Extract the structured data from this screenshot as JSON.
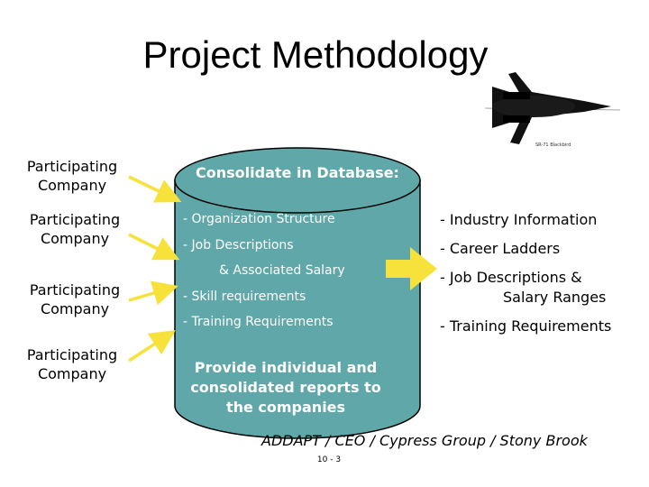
{
  "title": "Project Methodology",
  "image_caption": "SR-71 Blackbird",
  "participants": [
    "Participating Company",
    "Participating Company",
    "Participating Company",
    "Participating Company"
  ],
  "database": {
    "heading": "Consolidate in Database:",
    "items": [
      "- Organization Structure",
      "- Job Descriptions",
      "& Associated Salary",
      "- Skill requirements",
      "- Training Requirements"
    ],
    "footer": "Provide individual and consolidated reports to the companies"
  },
  "outputs": [
    "- Industry Information",
    "- Career Ladders",
    "- Job Descriptions &",
    "Salary Ranges",
    "- Training Requirements"
  ],
  "credit": "ADDAPT / CEO / Cypress Group / Stony Brook",
  "page_number": "10 - 3",
  "colors": {
    "cylinder_fill": "#5fa7a8",
    "cylinder_stroke": "#000000",
    "arrow": "#f6e23a",
    "text_on_cylinder": "#ffffff"
  }
}
